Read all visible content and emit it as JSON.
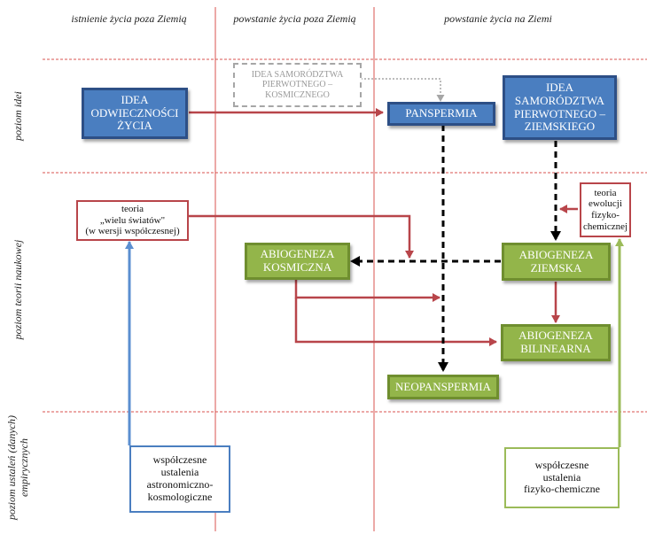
{
  "columns": {
    "c1": "istnienie życia poza Ziemią",
    "c2": "powstanie życia poza Ziemią",
    "c3": "powstanie życia na Ziemi"
  },
  "rows": {
    "r1": "poziom idei",
    "r2": "poziom teorii naukowej",
    "r3": "poziom ustaleń (danych)\nempirycznych"
  },
  "boxes": {
    "idea_odwiecznosci": "IDEA\nODWIECZNOŚCI\nŻYCIA",
    "idea_kosmicznego": "IDEA SAMORÓDZTWA\nPIERWOTNEGO –\nKOSMICZNEGO",
    "panspermia": "PANSPERMIA",
    "idea_ziemskiego": "IDEA\nSAMORÓDZTWA\nPIERWOTNEGO –\nZIEMSKIEGO",
    "teoria_swiatow": "teoria\n„wielu światów\"\n(w wersji współczesnej)",
    "teoria_ewolucji": "teoria\newolucji\nfizyko-\nchemicznej",
    "abiogeneza_kosmiczna": "ABIOGENEZA\nKOSMICZNA",
    "abiogeneza_ziemska": "ABIOGENEZA\nZIEMSKA",
    "abiogeneza_bilinearna": "ABIOGENEZA\nBILINEARNA",
    "neopanspermia": "NEOPANSPERMIA",
    "ustalenia_astro": "współczesne\nustalenia\nastronomiczno-\nkosmologiczne",
    "ustalenia_fizyko": "współczesne\nustalenia\nfizyko-chemiczne"
  },
  "colors": {
    "blue_fill": "#4a7ec0",
    "blue_border": "#2d4f86",
    "green_fill": "#93b54a",
    "green_border": "#6f8e2f",
    "red": "#b8454a",
    "grid_red": "#d9534f",
    "ghost_gray": "#a6a6a6",
    "light_blue": "#5b8fd0",
    "light_green": "#9bbb59"
  }
}
